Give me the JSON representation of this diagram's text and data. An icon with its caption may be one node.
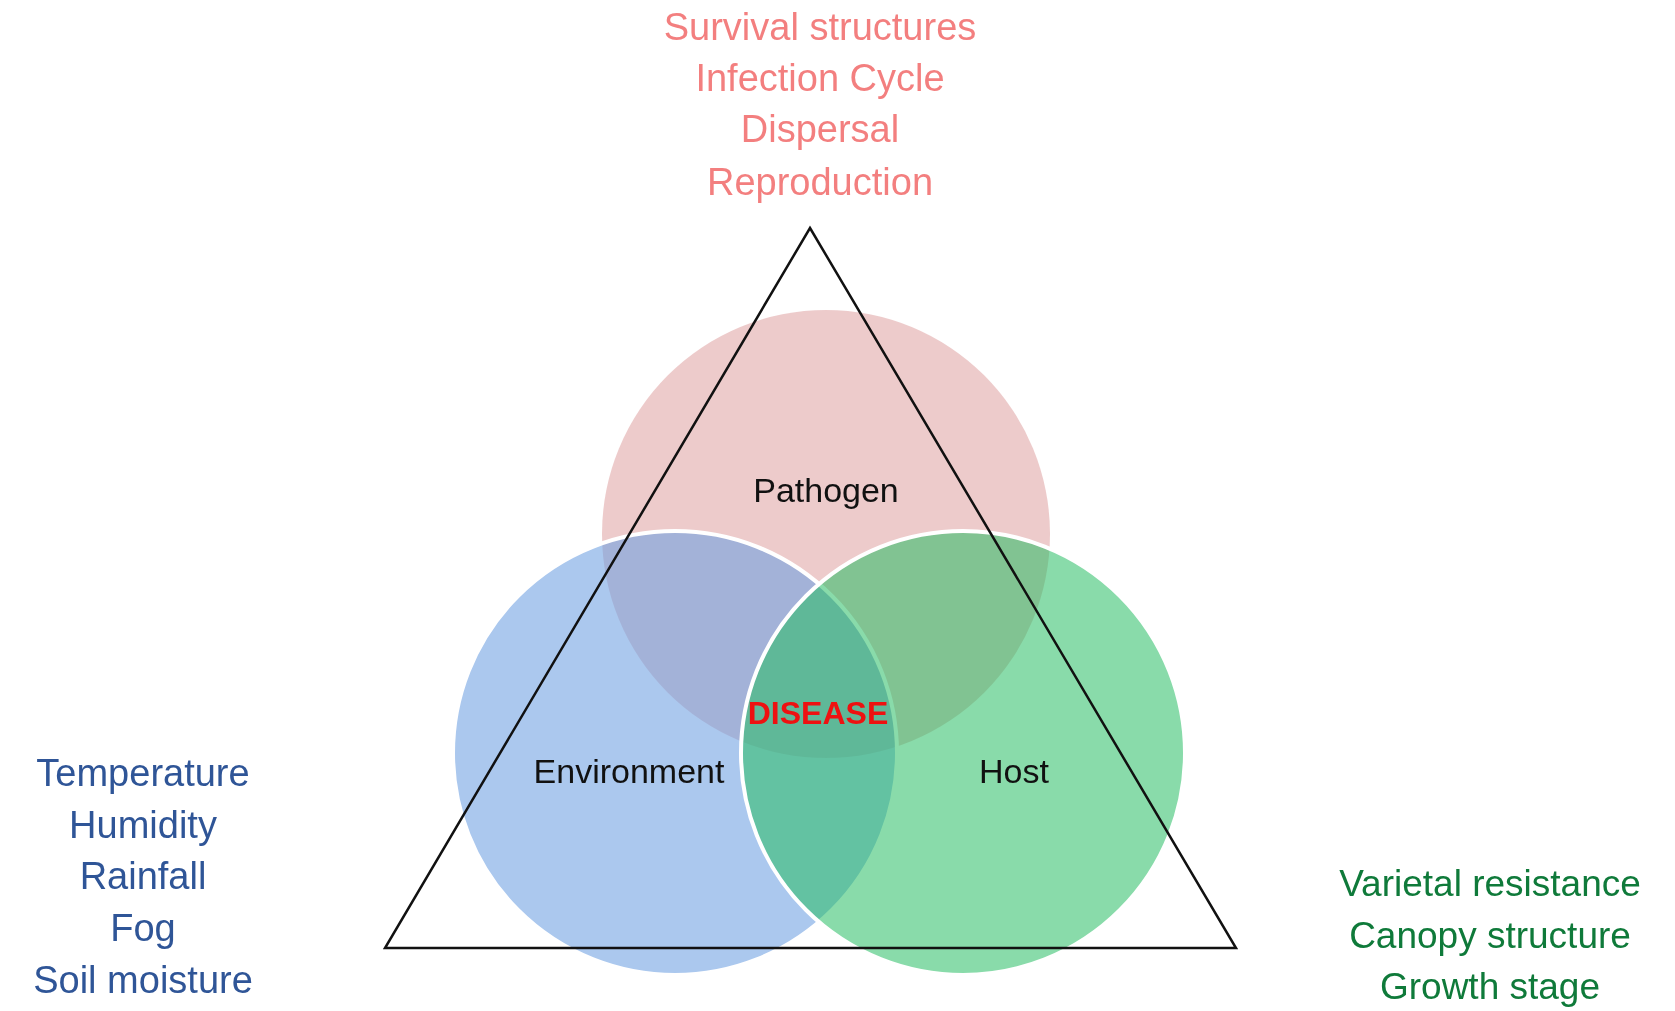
{
  "diagram": {
    "nodes": [
      {
        "text": [
          "Pathogen"
        ]
      },
      {
        "text": [
          "Environment"
        ]
      },
      {
        "text": [
          "Host"
        ]
      }
    ],
    "labels": [
      "Survival structures",
      "Infection Cycle",
      "Dispersal",
      "Reproduction",
      "DISEASE",
      "Temperature",
      "Humidity",
      "Rainfall",
      "Fog",
      "Soil moisture",
      "Varietal resistance",
      "Canopy structure",
      "Growth stage"
    ]
  }
}
